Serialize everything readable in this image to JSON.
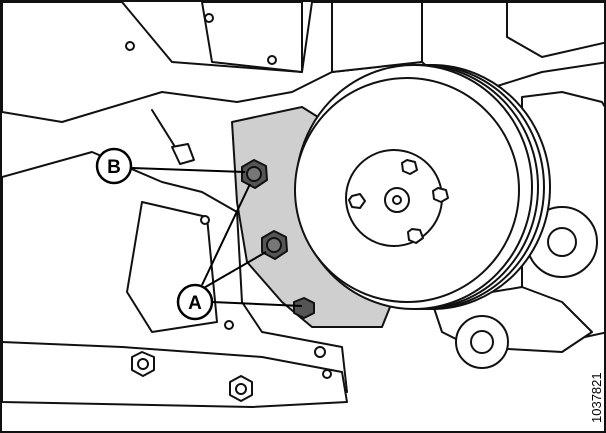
{
  "figure": {
    "figure_number": "1037821",
    "callouts": [
      {
        "id": "B",
        "label": "B"
      },
      {
        "id": "A",
        "label": "A"
      }
    ]
  },
  "colors": {
    "line": "#111111",
    "highlight": "#cfcfcf",
    "background": "#ffffff"
  }
}
